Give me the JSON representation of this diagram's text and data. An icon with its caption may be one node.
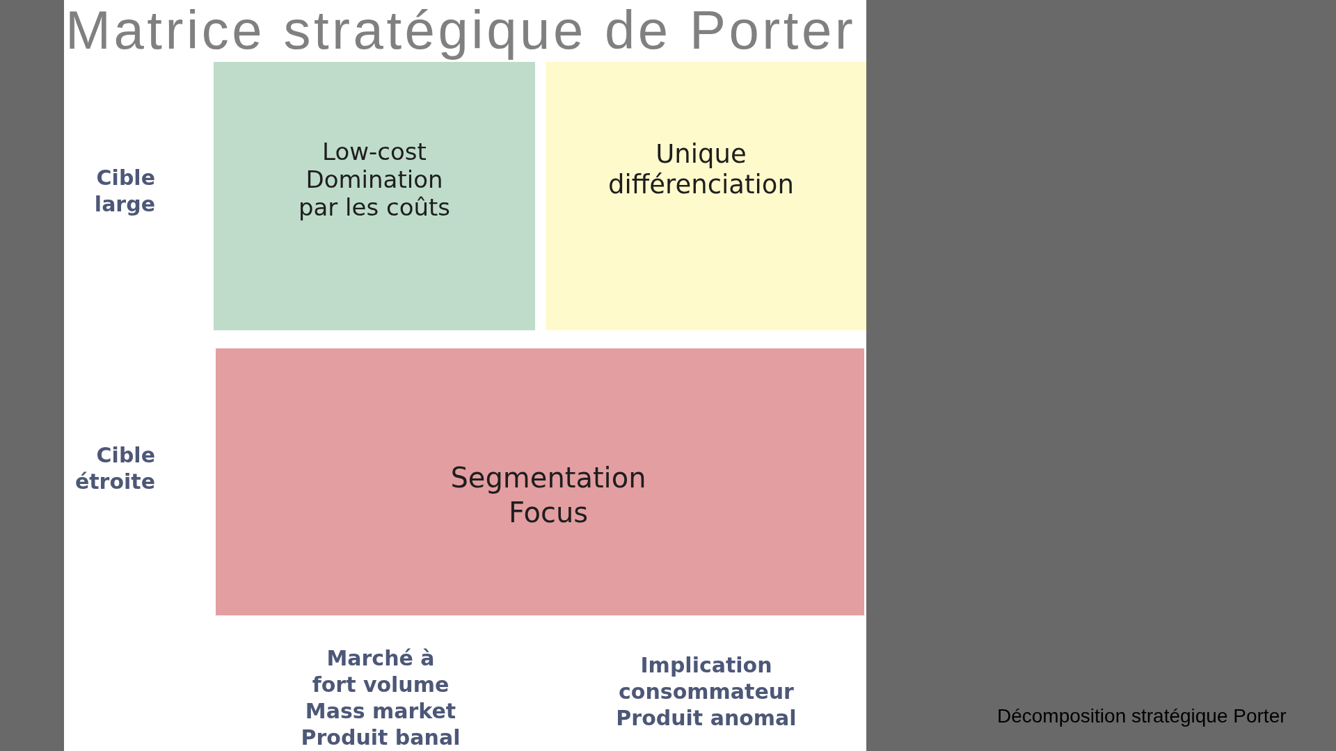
{
  "diagram": {
    "title": "Matrice stratégique de Porter",
    "caption": "Décomposition stratégique Porter",
    "nodes": [
      {
        "text": [
          "Low-cost",
          "Domination par les coûts"
        ]
      },
      {
        "text": [
          "Unique différenciation"
        ]
      },
      {
        "text": [
          "Segmentation",
          "Focus"
        ]
      }
    ],
    "labels": [
      "Cible large",
      "Cible étroite",
      "Marché à fort volume",
      "Mass market",
      "Produit banal",
      "Implication consommateur",
      "Produit anomal"
    ]
  }
}
